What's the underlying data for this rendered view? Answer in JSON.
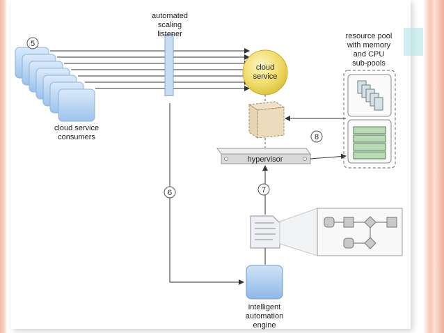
{
  "diagram": {
    "listener_label": [
      "automated",
      "scaling",
      "listener"
    ],
    "consumers_label": [
      "cloud service",
      "consumers"
    ],
    "cloud_service_label": [
      "cloud",
      "service"
    ],
    "resource_pool_label": [
      "resource pool",
      "with memory",
      "and CPU",
      "sub-pools"
    ],
    "hypervisor_label": "hypervisor",
    "engine_label": [
      "intelligent",
      "automation",
      "engine"
    ],
    "step_numbers": {
      "step5": "5",
      "step6": "6",
      "step7": "7",
      "step8": "8"
    }
  },
  "colors": {
    "consumer_blue": "#b9d6f3",
    "cloud_yellow": "#f3e07a",
    "arrow": "#333333",
    "hypervisor": "#d9d9dc"
  }
}
